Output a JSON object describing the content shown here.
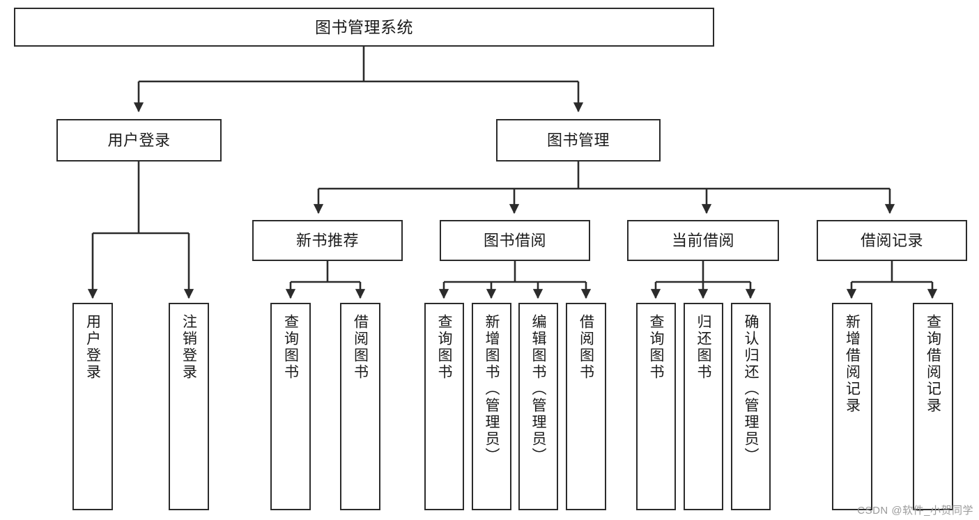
{
  "diagram": {
    "type": "tree",
    "title": "图书管理系统",
    "line_color": "#2b2b2b",
    "box_fill": "#ffffff",
    "text_color": "#1a1a1a",
    "watermark": "CSDN @软件_小贺同学"
  },
  "root": {
    "label": "图书管理系统"
  },
  "branches": [
    {
      "label": "用户登录"
    },
    {
      "label": "图书管理"
    }
  ],
  "categories": [
    {
      "label": "新书推荐"
    },
    {
      "label": "图书借阅"
    },
    {
      "label": "当前借阅"
    },
    {
      "label": "借阅记录"
    }
  ],
  "leaves": {
    "user_login": [
      {
        "label": "用户登录"
      },
      {
        "label": "注销登录"
      }
    ],
    "new_book": [
      {
        "label": "查询图书"
      },
      {
        "label": "借阅图书"
      }
    ],
    "book_borrow": [
      {
        "label": "查询图书"
      },
      {
        "label": "新增图书（管理员）"
      },
      {
        "label": "编辑图书（管理员）"
      },
      {
        "label": "借阅图书"
      }
    ],
    "current_borrow": [
      {
        "label": "查询图书"
      },
      {
        "label": "归还图书"
      },
      {
        "label": "确认归还（管理员）"
      }
    ],
    "borrow_record": [
      {
        "label": "新增借阅记录"
      },
      {
        "label": "查询借阅记录"
      }
    ]
  }
}
